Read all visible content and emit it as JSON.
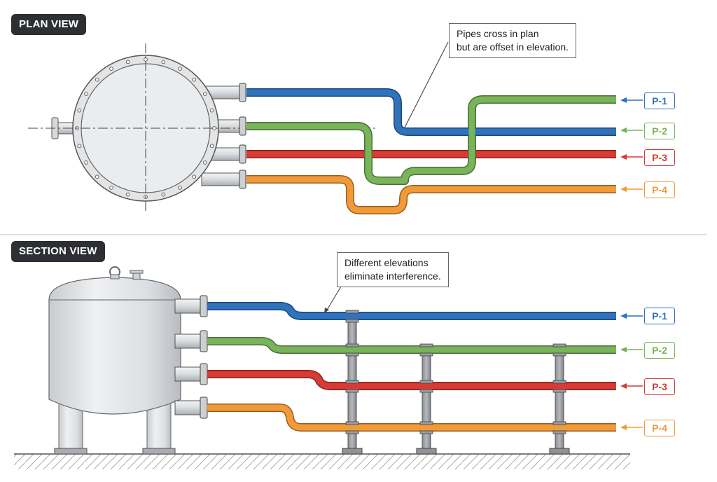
{
  "plan_view": {
    "title": "PLAN VIEW",
    "note_lines": [
      "Pipes cross in plan",
      "but are offset in elevation."
    ]
  },
  "section_view": {
    "title": "SECTION VIEW",
    "note_lines": [
      "Different elevations",
      "eliminate interference."
    ]
  },
  "pipes": [
    {
      "tag": "P-1",
      "color": "#2f73bd"
    },
    {
      "tag": "P-2",
      "color": "#79b35a"
    },
    {
      "tag": "P-3",
      "color": "#d83a34"
    },
    {
      "tag": "P-4",
      "color": "#f29a38"
    }
  ]
}
